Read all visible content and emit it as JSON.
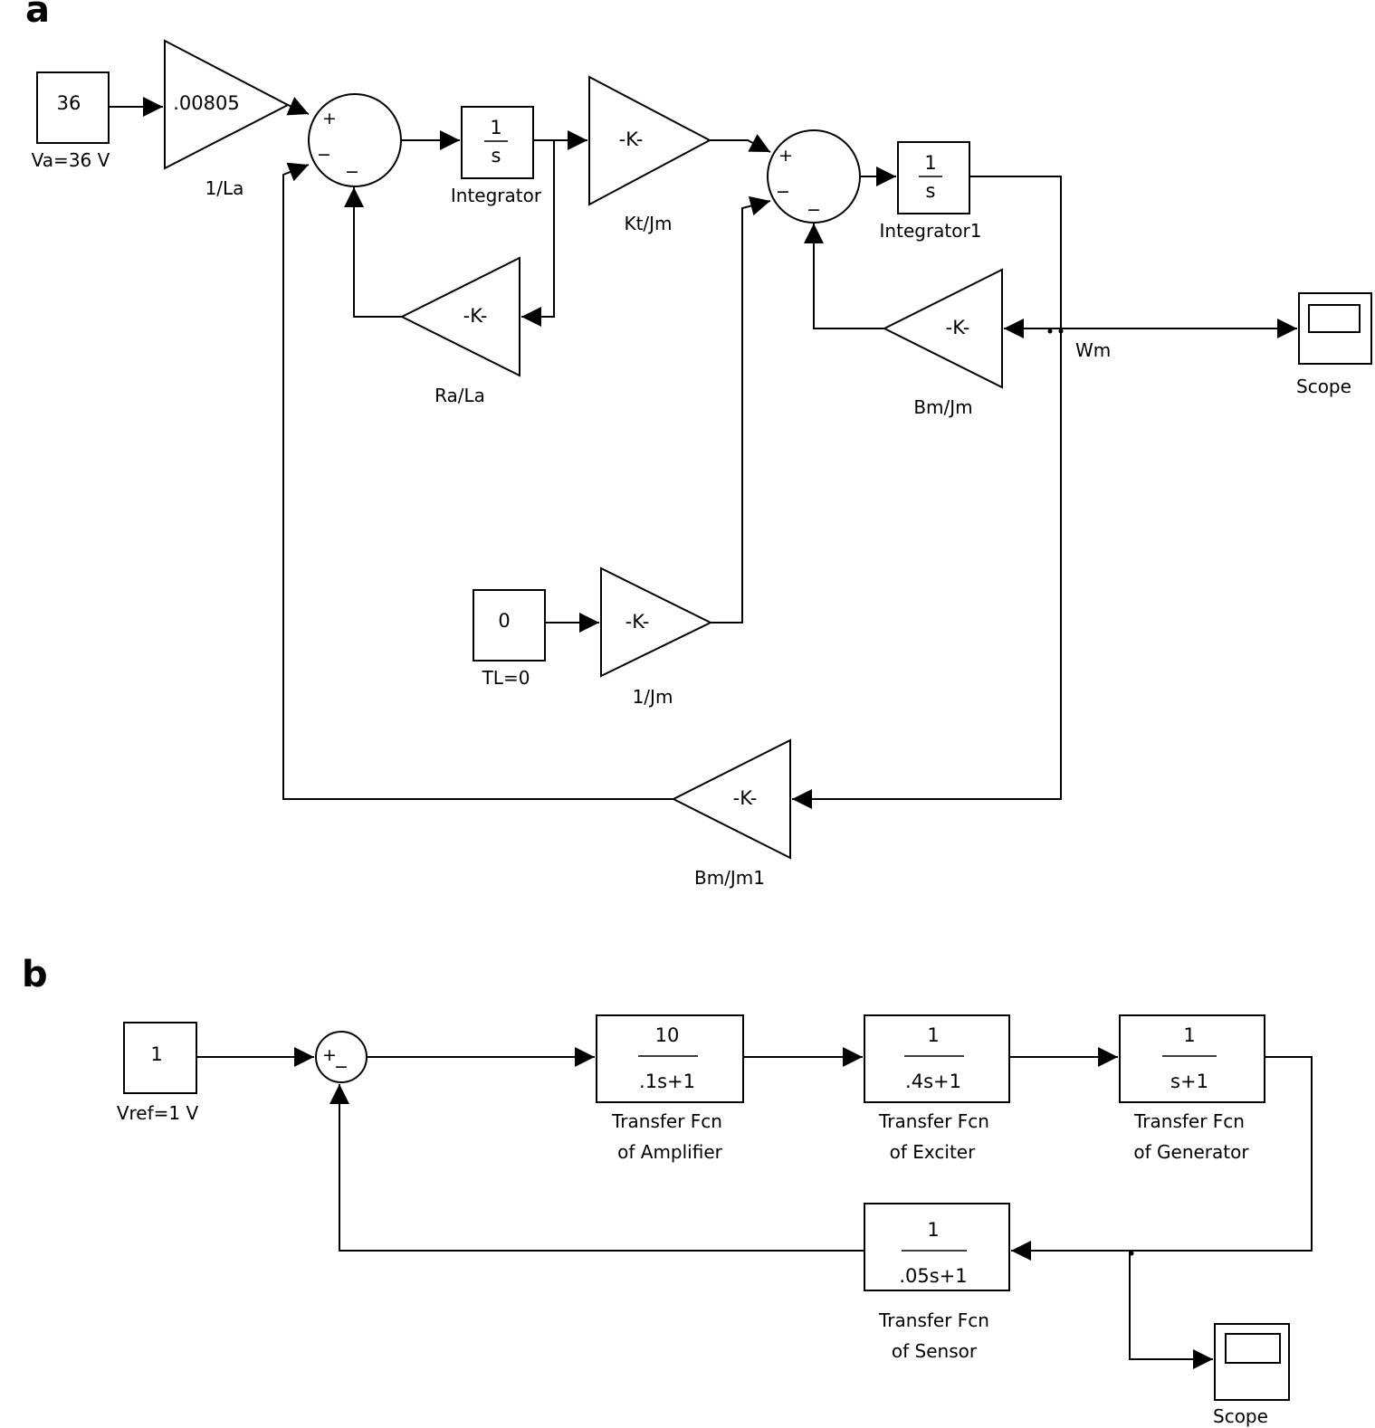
{
  "panel_a": {
    "letter": "a",
    "const_va": {
      "value": "36",
      "label": "Va=36 V"
    },
    "gain_1_la": {
      "value": ".00805",
      "label": "1/La"
    },
    "integrator": {
      "num": "1",
      "den": "s",
      "label": "Integrator"
    },
    "gain_kt_jm": {
      "value": "-K-",
      "label": "Kt/Jm"
    },
    "gain_ra_la": {
      "value": "-K-",
      "label": "Ra/La"
    },
    "integrator1": {
      "num": "1",
      "den": "s",
      "label": "Integrator1"
    },
    "gain_bm_jm": {
      "value": "-K-",
      "label": "Bm/Jm"
    },
    "signal_wm": "Wm",
    "scope": {
      "label": "Scope"
    },
    "const_tl": {
      "value": "0",
      "label": "TL=0"
    },
    "gain_1_jm": {
      "value": "-K-",
      "label": "1/Jm"
    },
    "gain_bm_jm1": {
      "value": "-K-",
      "label": "Bm/Jm1"
    },
    "sum1_signs": {
      "top": "+",
      "left": "−",
      "bottom": "−"
    },
    "sum2_signs": {
      "top": "+",
      "left": "−",
      "bottom": "−"
    }
  },
  "panel_b": {
    "letter": "b",
    "const_vref": {
      "value": "1",
      "label": "Vref=1 V"
    },
    "sum_signs": {
      "top": "+",
      "bottom": "−"
    },
    "tf_amplifier": {
      "num": "10",
      "den": ".1s+1",
      "label_line1": "Transfer Fcn",
      "label_line2": "of Amplifier"
    },
    "tf_exciter": {
      "num": "1",
      "den": ".4s+1",
      "label_line1": "Transfer Fcn",
      "label_line2": "of Exciter"
    },
    "tf_generator": {
      "num": "1",
      "den": "s+1",
      "label_line1": "Transfer Fcn",
      "label_line2": "of Generator"
    },
    "tf_sensor": {
      "num": "1",
      "den": ".05s+1",
      "label_line1": "Transfer Fcn",
      "label_line2": "of Sensor"
    },
    "scope": {
      "label": "Scope"
    }
  }
}
